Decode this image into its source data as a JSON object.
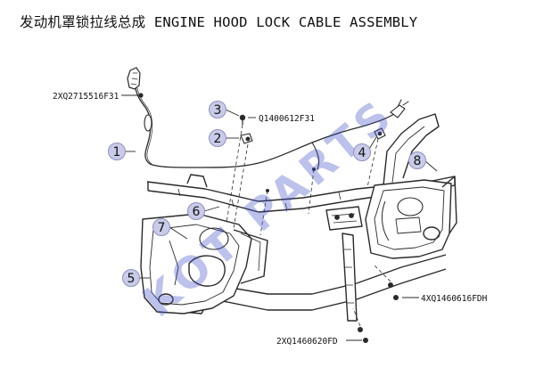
{
  "title": "发动机罩锁拉线总成 ENGINE HOOD LOCK CABLE ASSEMBLY",
  "watermark": "KOT PARTS",
  "callouts": [
    "1",
    "2",
    "3",
    "4",
    "5",
    "6",
    "7",
    "8"
  ],
  "part_numbers": {
    "p2xq2715516f31": "2XQ2715516F31",
    "q1400612f31": "Q1400612F31",
    "p4xq1460616fdh": "4XQ1460616FDH",
    "p2xq1460620fd": "2XQ1460620FD"
  },
  "colors": {
    "callout_fill": "#c9cbe8",
    "callout_stroke": "#8d90c2",
    "watermark": "#3c4cc4",
    "line": "#2a2a2a"
  }
}
